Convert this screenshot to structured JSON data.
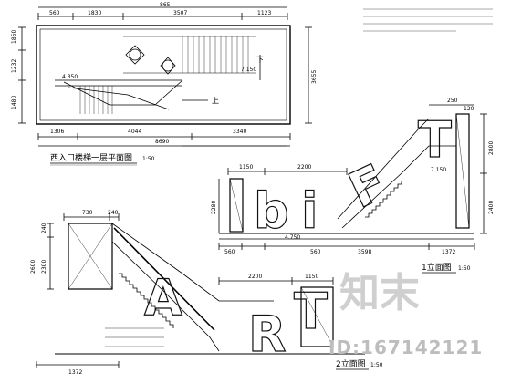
{
  "plan": {
    "top_dims": [
      "560",
      "1830",
      "3507",
      "1123"
    ],
    "overall_top": "865",
    "left_dims": [
      "1850",
      "1232",
      "1480"
    ],
    "right_dim": "3655",
    "bottom_dims": [
      "1306",
      "4044",
      "3340"
    ],
    "bottom_total": "8690",
    "levels": [
      "4.350",
      "7.150"
    ],
    "up_label": "上",
    "down_label": "下",
    "title": "西入口楼梯一层平面图",
    "scale": "1:50"
  },
  "elev1": {
    "top_dims": [
      "1150",
      "2200",
      "250",
      "120"
    ],
    "left_dims": [
      "2280"
    ],
    "right_dims": [
      "2800",
      "2400"
    ],
    "bottom_dims": [
      "560",
      "560",
      "3598",
      "1372"
    ],
    "levels": [
      "4.750",
      "7.150"
    ],
    "letters": [
      "b",
      "i",
      "F",
      "T"
    ],
    "title": "1立面图",
    "scale": "1:50"
  },
  "elev2": {
    "top_dims": [
      "730",
      "240",
      "2200",
      "1150"
    ],
    "left_dims": [
      "240",
      "2300",
      "2600"
    ],
    "bottom_dims": [
      "1372"
    ],
    "letters": [
      "A",
      "R",
      "T"
    ],
    "title": "2立面图",
    "scale": "1:50"
  },
  "watermark": {
    "brand": "知末",
    "id_text": "ID:167142121"
  }
}
